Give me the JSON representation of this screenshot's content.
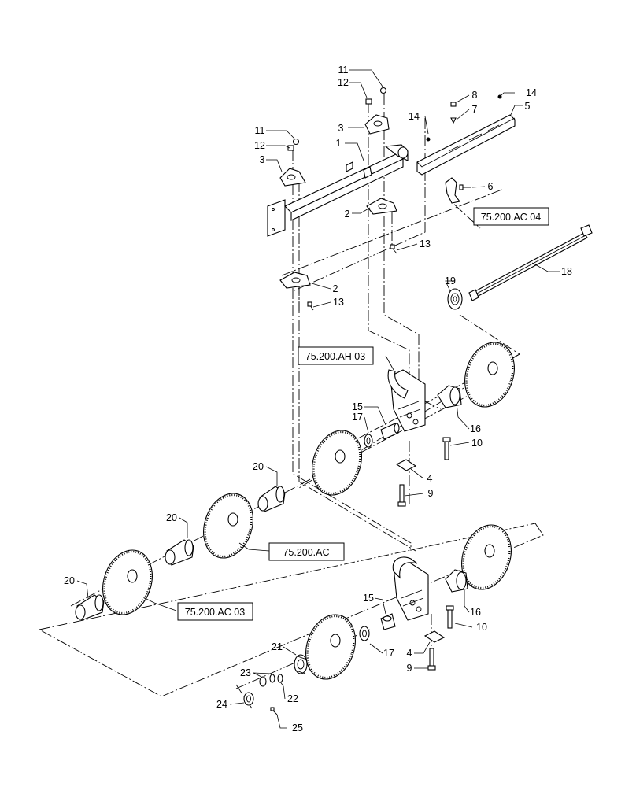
{
  "callouts": {
    "c1": "1",
    "c2a": "2",
    "c2b": "2",
    "c3a": "3",
    "c3b": "3",
    "c4a": "4",
    "c4b": "4",
    "c5": "5",
    "c6": "6",
    "c7": "7",
    "c8": "8",
    "c9a": "9",
    "c9b": "9",
    "c10a": "10",
    "c10b": "10",
    "c11a": "11",
    "c11b": "11",
    "c12a": "12",
    "c12b": "12",
    "c13a": "13",
    "c13b": "13",
    "c14a": "14",
    "c14b": "14",
    "c15a": "15",
    "c15b": "15",
    "c16a": "16",
    "c16b": "16",
    "c17a": "17",
    "c17b": "17",
    "c18": "18",
    "c19": "19",
    "c20a": "20",
    "c20b": "20",
    "c20c": "20",
    "c21": "21",
    "c22": "22",
    "c23": "23",
    "c24": "24",
    "c25": "25"
  },
  "references": {
    "ref_ac04": "75.200.AC 04",
    "ref_ah03": "75.200.AH 03",
    "ref_ac": "75.200.AC",
    "ref_ac03": "75.200.AC 03"
  }
}
